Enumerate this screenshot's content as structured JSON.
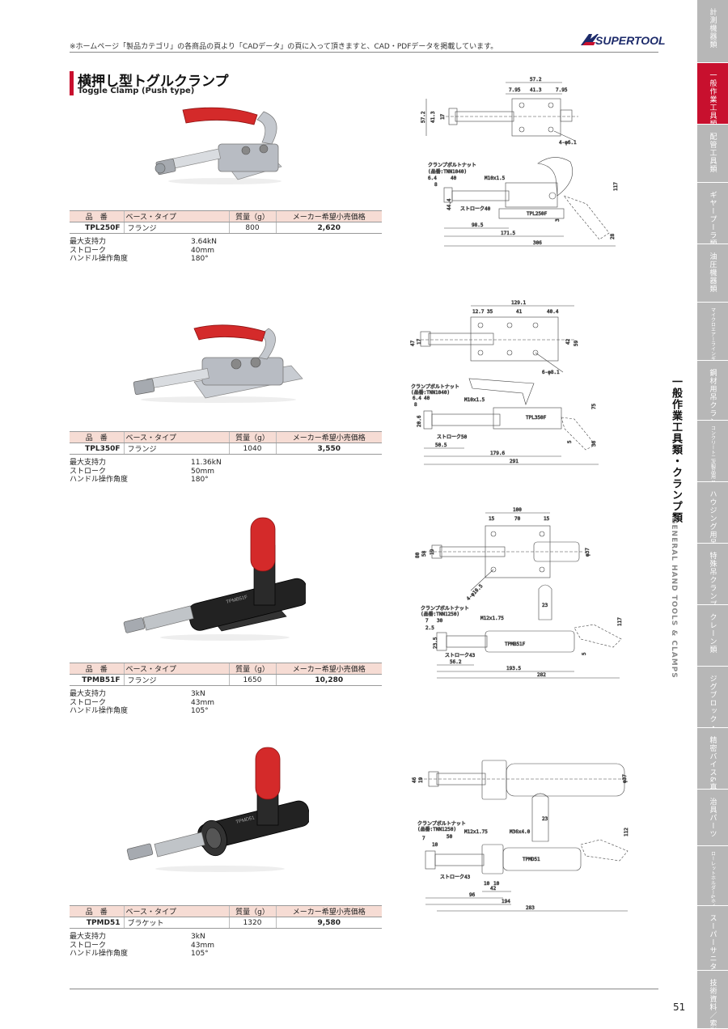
{
  "header": {
    "notice": "※ホームページ「製品カテゴリ」の各商品の頁より「CADデータ」の頁に入って頂きますと、CAD・PDFデータを掲載しています。",
    "brand": "SUPERTOOL",
    "brand_color": "#1d2b6b"
  },
  "page": {
    "title_ja": "横押し型トグルクランプ",
    "title_en": "Toggle Clamp (Push type)",
    "accent_color": "#c8102e",
    "section_ja": "一般作業工具類・クランプ類",
    "section_en": "GENERAL HAND TOOLS & CLAMPS",
    "page_number": "51"
  },
  "spec_headers": {
    "model": "品　番",
    "base": "ベース・タイプ",
    "weight": "質量（g）",
    "price": "メーカー希望小売価格"
  },
  "prop_labels": {
    "force": "最大支持力",
    "stroke": "ストローク",
    "angle": "ハンドル操作角度"
  },
  "products": [
    {
      "model": "TPL250F",
      "base": "フランジ",
      "weight": "800",
      "price": "2,620",
      "force": "3.64kN",
      "stroke": "40mm",
      "angle": "180°"
    },
    {
      "model": "TPL350F",
      "base": "フランジ",
      "weight": "1040",
      "price": "3,550",
      "force": "11.36kN",
      "stroke": "50mm",
      "angle": "180°"
    },
    {
      "model": "TPMB51F",
      "base": "フランジ",
      "weight": "1650",
      "price": "10,280",
      "force": "3kN",
      "stroke": "43mm",
      "angle": "105°"
    },
    {
      "model": "TPMD51",
      "base": "ブラケット",
      "weight": "1320",
      "price": "9,580",
      "force": "3kN",
      "stroke": "43mm",
      "angle": "105°"
    }
  ],
  "drawings": [
    {
      "bolt_nut": "クランプボルトナット",
      "bolt_spec": "(品番:TNN1040)",
      "thread": "M10x1.5",
      "stroke_label": "ストローク40",
      "hole": "4-φ6.1",
      "marking": "TPL250F",
      "dims": {
        "w_total": "57.2",
        "w_a": "7.95",
        "w_b": "41.3",
        "w_c": "7.95",
        "h_total": "57.2",
        "h_b": "41.3",
        "h_c": "17",
        "d1": "6.4",
        "d2": "40",
        "d3": "8",
        "h_side": "44.4",
        "h_r": "117",
        "l1": "98.5",
        "l2": "171.5",
        "l3": "306",
        "e1": "3",
        "e2": "28"
      }
    },
    {
      "bolt_nut": "クランプボルトナット",
      "bolt_spec": "(品番:TNN1040)",
      "thread": "M10x1.5",
      "stroke_label": "ストローク50",
      "hole": "6-φ8.1",
      "marking": "TPL350F",
      "dims": {
        "w_total": "129.1",
        "w_a": "12.7",
        "w_b": "35",
        "w_c": "41",
        "w_d": "40.4",
        "h_total": "47",
        "h_b": "17",
        "h_r1": "42",
        "h_r2": "59",
        "d1": "6.4",
        "d2": "40",
        "d3": "8",
        "h_side": "20.6",
        "h_r": "75",
        "l1": "50.5",
        "l2": "179.6",
        "l3": "291",
        "e1": "5",
        "e2": "36"
      }
    },
    {
      "bolt_nut": "クランプボルトナット",
      "bolt_spec": "(品番:TNN1250)",
      "thread": "M12x1.75",
      "stroke_label": "ストローク43",
      "hole": "4-φ10.5",
      "marking": "TPMB51F",
      "dims": {
        "w_total": "100",
        "w_a": "15",
        "w_b": "70",
        "w_c": "15",
        "h_total": "80",
        "h_b": "58",
        "h_c": "19",
        "dia": "φ37",
        "d1": "7",
        "d2": "30",
        "d3": "2.5",
        "top": "23",
        "h_side": "23.5",
        "h_r": "117",
        "l1": "56.2",
        "l2": "193.5",
        "l3": "282",
        "e1": "5"
      }
    },
    {
      "bolt_nut": "クランプボルトナット",
      "bolt_spec": "(品番:TNN1250)",
      "thread": "M12x1.75",
      "thread2": "M36x4.0",
      "stroke_label": "ストローク43",
      "marking": "TPMD51",
      "dims": {
        "h_total": "46",
        "h_c": "19",
        "dia": "φ37",
        "d1": "7",
        "d2": "50",
        "d3": "10",
        "top": "23",
        "h_r": "112",
        "l1": "10",
        "l2": "10",
        "l3": "42",
        "l4": "96",
        "l5": "194",
        "l6": "283"
      }
    }
  ],
  "sidebar": [
    {
      "label": "計測機器類",
      "active": false
    },
    {
      "label": "一般作業工具類・クランプ類",
      "active": true
    },
    {
      "label": "配管工具類",
      "active": false
    },
    {
      "label": "ギヤープーラ類",
      "active": false
    },
    {
      "label": "油圧機器類",
      "active": false
    },
    {
      "label": "マイクロエアーラインギヤーム スーパー鉄棒パー",
      "active": false
    },
    {
      "label": "鋼材用吊クランプ類",
      "active": false
    },
    {
      "label": "コンクリート二次製品用 吊クランプ類",
      "active": false
    },
    {
      "label": "ハウジング用吊クランプ類",
      "active": false
    },
    {
      "label": "特殊吊クランプ類",
      "active": false
    },
    {
      "label": "クレーン類",
      "active": false
    },
    {
      "label": "ジグブロック・プレート",
      "active": false
    },
    {
      "label": "精密バイス&真空チャック",
      "active": false
    },
    {
      "label": "治具パーツ",
      "active": false
    },
    {
      "label": "ローレットホルダー&ホイール バイトホルダー&バイト",
      "active": false
    },
    {
      "label": "スーパーサニタリー",
      "active": false
    },
    {
      "label": "技術資料／索引",
      "active": false
    }
  ]
}
